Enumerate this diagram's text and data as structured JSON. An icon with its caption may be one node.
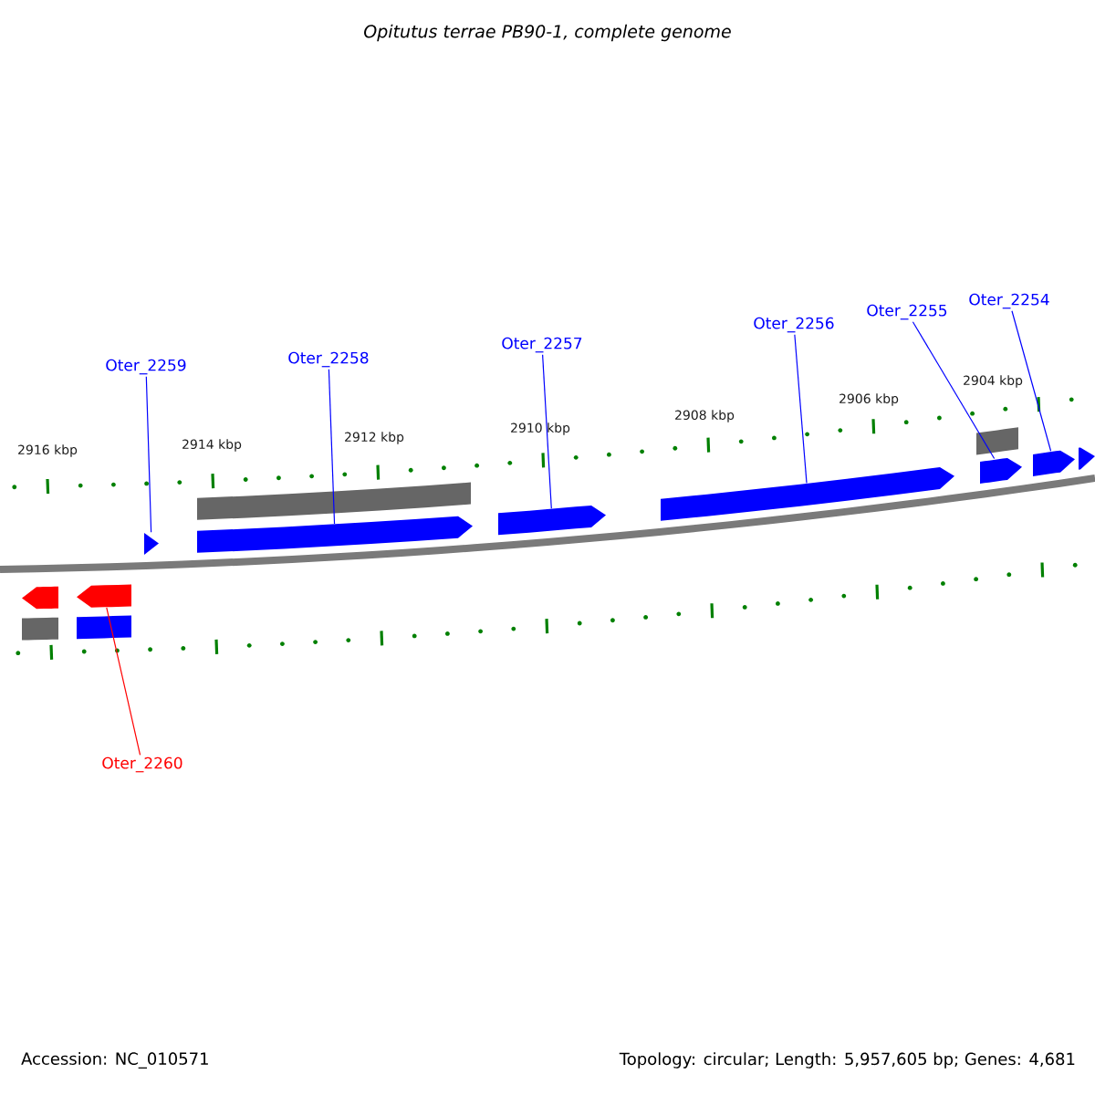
{
  "diagram": {
    "title": "Opitutus terrae PB90-1, complete genome",
    "nodes": [
      {
        "text": [
          "Oter_2259"
        ]
      },
      {
        "text": [
          "Oter_2258"
        ]
      },
      {
        "text": [
          "Oter_2257"
        ]
      },
      {
        "text": [
          "Oter_2256"
        ]
      },
      {
        "text": [
          "Oter_2255"
        ]
      },
      {
        "text": [
          "Oter_2254"
        ]
      },
      {
        "text": [
          "Oter_2260"
        ]
      },
      {
        "text": [],
        "shape": "arrow"
      },
      {
        "text": [],
        "shape": "arrow"
      },
      {
        "text": [],
        "shape": "arrow"
      },
      {
        "text": [],
        "shape": "arrow"
      },
      {
        "text": [],
        "shape": "arrow"
      },
      {
        "text": [],
        "shape": "arrow"
      },
      {
        "text": [],
        "shape": "arrow"
      },
      {
        "text": [],
        "shape": "box"
      },
      {
        "text": [],
        "shape": "box"
      },
      {
        "text": [],
        "shape": "arrow"
      },
      {
        "text": [],
        "shape": "arrow"
      },
      {
        "text": [],
        "shape": "box"
      },
      {
        "text": [],
        "shape": "box"
      }
    ],
    "edges": [
      {
        "from": 0,
        "to": 7,
        "arrow": "none"
      },
      {
        "from": 1,
        "to": 8,
        "arrow": "none"
      },
      {
        "from": 2,
        "to": 9,
        "arrow": "none"
      },
      {
        "from": 3,
        "to": 10,
        "arrow": "none"
      },
      {
        "from": 4,
        "to": 11,
        "arrow": "none"
      },
      {
        "from": 5,
        "to": 12,
        "arrow": "none"
      },
      {
        "from": 6,
        "to": 13,
        "arrow": "none",
        "color": "#ff0000"
      }
    ],
    "labels": [
      "2916 kbp",
      "2914 kbp",
      "2912 kbp",
      "2910 kbp",
      "2908 kbp",
      "2906 kbp",
      "2904 kbp",
      "Accession: NC_010571",
      "Topology: circular; Length: 5,957,605 bp; Genes: 4,681"
    ]
  }
}
